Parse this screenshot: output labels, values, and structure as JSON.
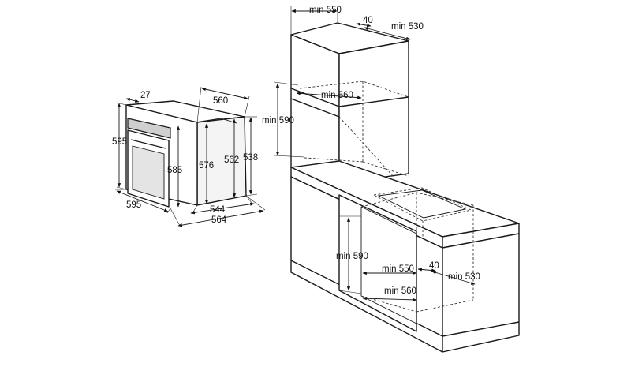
{
  "oven": {
    "dims": {
      "depth_door": "27",
      "depth_top": "560",
      "height_front": "595",
      "height_585": "585",
      "height_576": "576",
      "height_562": "562",
      "height_538": "538",
      "width_front": "595",
      "width_544": "544",
      "width_564": "564"
    }
  },
  "tall_unit": {
    "dims": {
      "min_width": "min 550",
      "gap": "40",
      "min_depth": "min 530",
      "min_depth_inner": "min 560",
      "min_height": "min 590"
    }
  },
  "base_unit": {
    "dims": {
      "min_height": "min 590",
      "min_width": "min 550",
      "gap": "40",
      "min_depth": "min 530",
      "min_depth_inner": "min 560"
    }
  }
}
